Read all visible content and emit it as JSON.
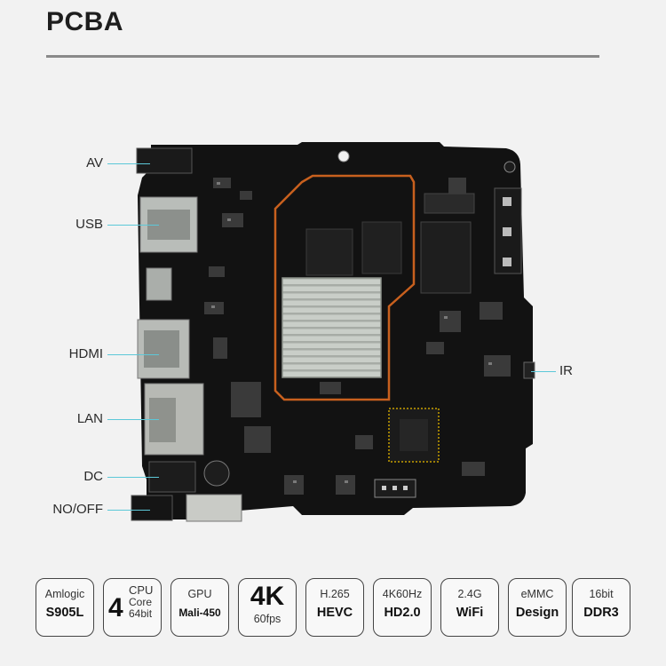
{
  "title": "PCBA",
  "ports": {
    "left": [
      {
        "id": "av",
        "label": "AV"
      },
      {
        "id": "usb",
        "label": "USB"
      },
      {
        "id": "hdmi",
        "label": "HDMI"
      },
      {
        "id": "lan",
        "label": "LAN"
      },
      {
        "id": "dc",
        "label": "DC"
      },
      {
        "id": "noff",
        "label": "NO/OFF"
      }
    ],
    "right": [
      {
        "id": "ir",
        "label": "IR"
      }
    ]
  },
  "specs": [
    {
      "id": "soc",
      "top": "Amlogic",
      "bottom": "S905L"
    },
    {
      "id": "cpu",
      "num": "4",
      "line1": "CPU",
      "line2": "Core",
      "line3": "64bit"
    },
    {
      "id": "gpu",
      "top": "GPU",
      "bottom": "Mali-450"
    },
    {
      "id": "res",
      "big": "4K",
      "small": "60fps"
    },
    {
      "id": "codec",
      "top": "H.265",
      "bottom": "HEVC"
    },
    {
      "id": "hdmi",
      "top": "4K60Hz",
      "bottom": "HD2.0"
    },
    {
      "id": "wifi",
      "top": "2.4G",
      "bottom": "WiFi"
    },
    {
      "id": "storage",
      "top": "eMMC",
      "bottom": "Design"
    },
    {
      "id": "ram",
      "top": "16bit",
      "bottom": "DDR3"
    }
  ],
  "colors": {
    "board": "#111111",
    "trace": "#c8601e",
    "heatsink": "#c7ccc6",
    "leader": "#5cc8d8"
  }
}
